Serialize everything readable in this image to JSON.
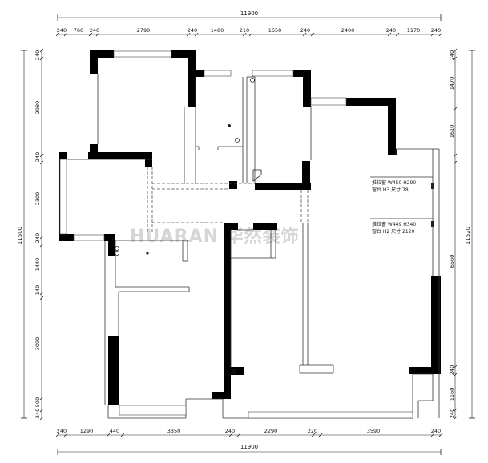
{
  "dimensions": {
    "top_total": "11900",
    "bottom_total": "11900",
    "left_total": "11500",
    "right_total": "11520",
    "top": [
      "240",
      "760",
      "240",
      "2790",
      "240",
      "1480",
      "210",
      "1650",
      "240",
      "2400",
      "240",
      "1170",
      "240"
    ],
    "bottom": [
      "240",
      "1290",
      "440",
      "3350",
      "240",
      "2290",
      "220",
      "3590",
      "240"
    ],
    "left": [
      "240",
      "2980",
      "240",
      "2300",
      "240",
      "1440",
      "140",
      "3090",
      "590",
      "240"
    ],
    "right": [
      "240",
      "1470",
      "1610",
      "6560",
      "240",
      "1160",
      "240"
    ]
  },
  "notes": {
    "window_1_line1": "推拉窗 W450 H290",
    "window_1_line2": "窗台 H3 尺寸 78",
    "window_2_line1": "推拉窗 W449 H340",
    "window_2_line2": "窗台 H2 尺寸 2120"
  },
  "watermark": "HUARAN 华然装饰"
}
